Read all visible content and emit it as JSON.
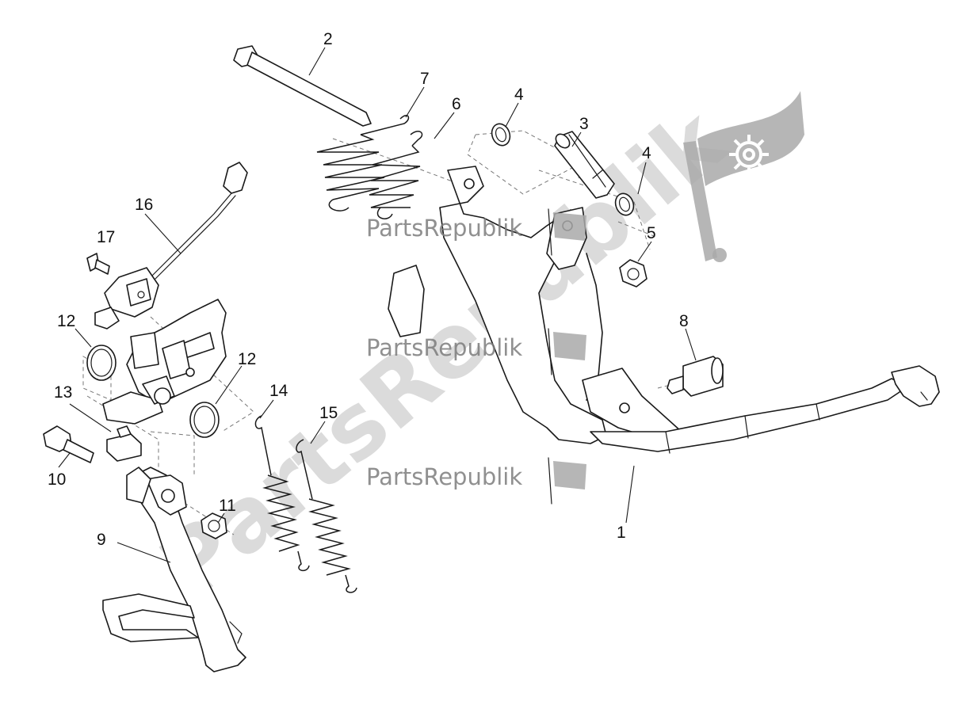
{
  "diagram": {
    "callouts": [
      "1",
      "2",
      "3",
      "4",
      "4",
      "5",
      "6",
      "7",
      "8",
      "9",
      "10",
      "11",
      "12",
      "12",
      "13",
      "14",
      "15",
      "16",
      "17"
    ],
    "watermark": {
      "text": "PartsRepublik",
      "color_light": "#cfcfcf",
      "color_dark": "#7d7d7d",
      "icon": "gear-flag-icon"
    },
    "line_color": "#1a1a1a",
    "background": "#ffffff"
  }
}
